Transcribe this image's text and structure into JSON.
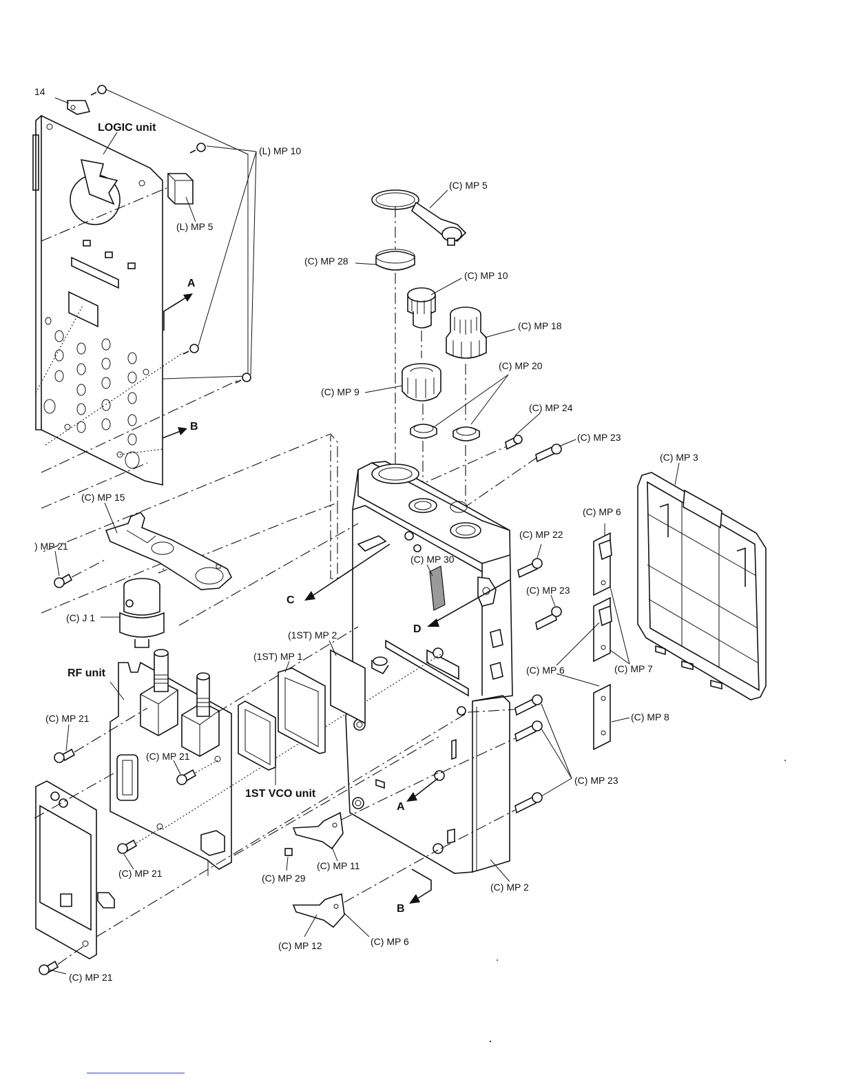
{
  "labels": {
    "mp14": "14",
    "logic_unit": "LOGIC unit",
    "l_mp10": "(L) MP 10",
    "l_mp5": "(L) MP 5",
    "c_mp5": "(C) MP 5",
    "c_mp28": "(C) MP 28",
    "c_mp10": "(C) MP 10",
    "c_mp18": "(C) MP 18",
    "c_mp20": "(C) MP 20",
    "c_mp9": "(C) MP 9",
    "c_mp24": "(C) MP 24",
    "c_mp23_top": "(C) MP 23",
    "c_mp3": "(C) MP 3",
    "c_mp15": "(C) MP 15",
    "mp21_left": ") MP 21",
    "c_mp6_upper": "(C) MP 6",
    "c_mp22": "(C) MP 22",
    "c_mp30": "(C) MP 30",
    "c_mp23_mid": "(C) MP 23",
    "c_j1": "(C) J 1",
    "1st_mp2": "(1ST) MP 2",
    "1st_mp1": "(1ST) MP 1",
    "rf_unit": "RF unit",
    "c_mp6_mid": "(C) MP 6",
    "c_mp7": "(C) MP 7",
    "c_mp8": "(C) MP 8",
    "c_mp21_a": "(C) MP 21",
    "c_mp21_b": "(C) MP 21",
    "vco_unit": "1ST  VCO unit",
    "c_mp23_low": "(C) MP 23",
    "c_mp21_c": "(C) MP 21",
    "c_mp29": "(C) MP 29",
    "c_mp11": "(C) MP 11",
    "c_mp2": "(C) MP 2",
    "c_mp12": "(C) MP 12",
    "c_mp6_low": "(C) MP 6",
    "c_mp21_d": "(C) MP 21",
    "ref_a1": "A",
    "ref_b1": "B",
    "ref_c": "C",
    "ref_d": "D",
    "ref_a2": "A",
    "ref_b2": "B"
  }
}
